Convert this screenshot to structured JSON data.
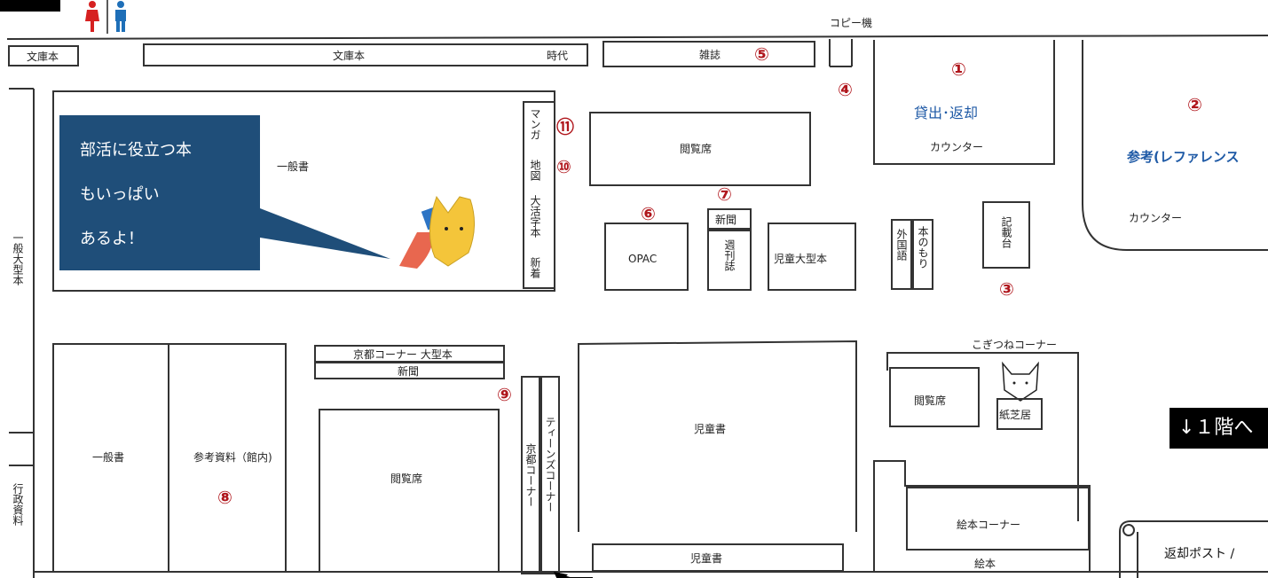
{
  "speech_bubble": {
    "line1": "部活に役立つ本",
    "line2": "もいっぱい",
    "line3": "あるよ！"
  },
  "banner_down": "↓１階へ",
  "return_post": "返却ポスト /",
  "labels": {
    "bunkobon_left": "文庫本",
    "bunkobon_top": "文庫本",
    "jidai": "時代",
    "zasshi": "雑誌",
    "copy_machine": "コピー機",
    "counter_lend_return": "貸出･返却",
    "counter1": "カウンター",
    "reference": "参考(レファレンス",
    "counter2": "カウンター",
    "ippansho_top": "一般書",
    "manga": "マンガ",
    "chizu": "地図",
    "daikatsujibon": "大活字本",
    "shinchaku": "新着",
    "etsuranseki_top": "閲覧席",
    "opac": "OPAC",
    "shinbun_top": "新聞",
    "shukanshi": "週刊誌",
    "jido_oogatabon": "児童大型本",
    "gaikokugo": "外国語",
    "hon_no_mori": "本のもり",
    "kisaidai": "記載台",
    "ippan_oogatabon": "一般大型本",
    "kyoto_corner_large": "京都コーナー 大型本",
    "shinbun_bottom": "新聞",
    "kogitsune_corner": "こぎつねコーナー",
    "etsuranseki_right": "閲覧席",
    "kamishibai": "紙芝居",
    "ippansho_bottom": "一般書",
    "sanko_shiryo": "参考資料（館内)",
    "etsuranseki_mid": "閲覧席",
    "kyoto_corner_v": "京都コーナー",
    "teens_corner": "ティーンズコーナー",
    "jidosho_center": "児童書",
    "jidosho_bottom": "児童書",
    "ehon_corner": "絵本コーナー",
    "ehon": "絵本",
    "gyosei_shiryo": "行政資料"
  },
  "markers": {
    "m1": "①",
    "m2": "②",
    "m3": "③",
    "m4": "④",
    "m5": "⑤",
    "m6": "⑥",
    "m7": "⑦",
    "m8": "⑧",
    "m9": "⑨",
    "m10": "⑩",
    "m11": "⑪"
  },
  "colors": {
    "marker": "#b0161c",
    "bubble": "#1f4e79",
    "accent_text": "#1f5aa6"
  },
  "icons": [
    "restroom-icon",
    "fox-mascot-icon",
    "fox-face-icon",
    "arrow-icon"
  ]
}
